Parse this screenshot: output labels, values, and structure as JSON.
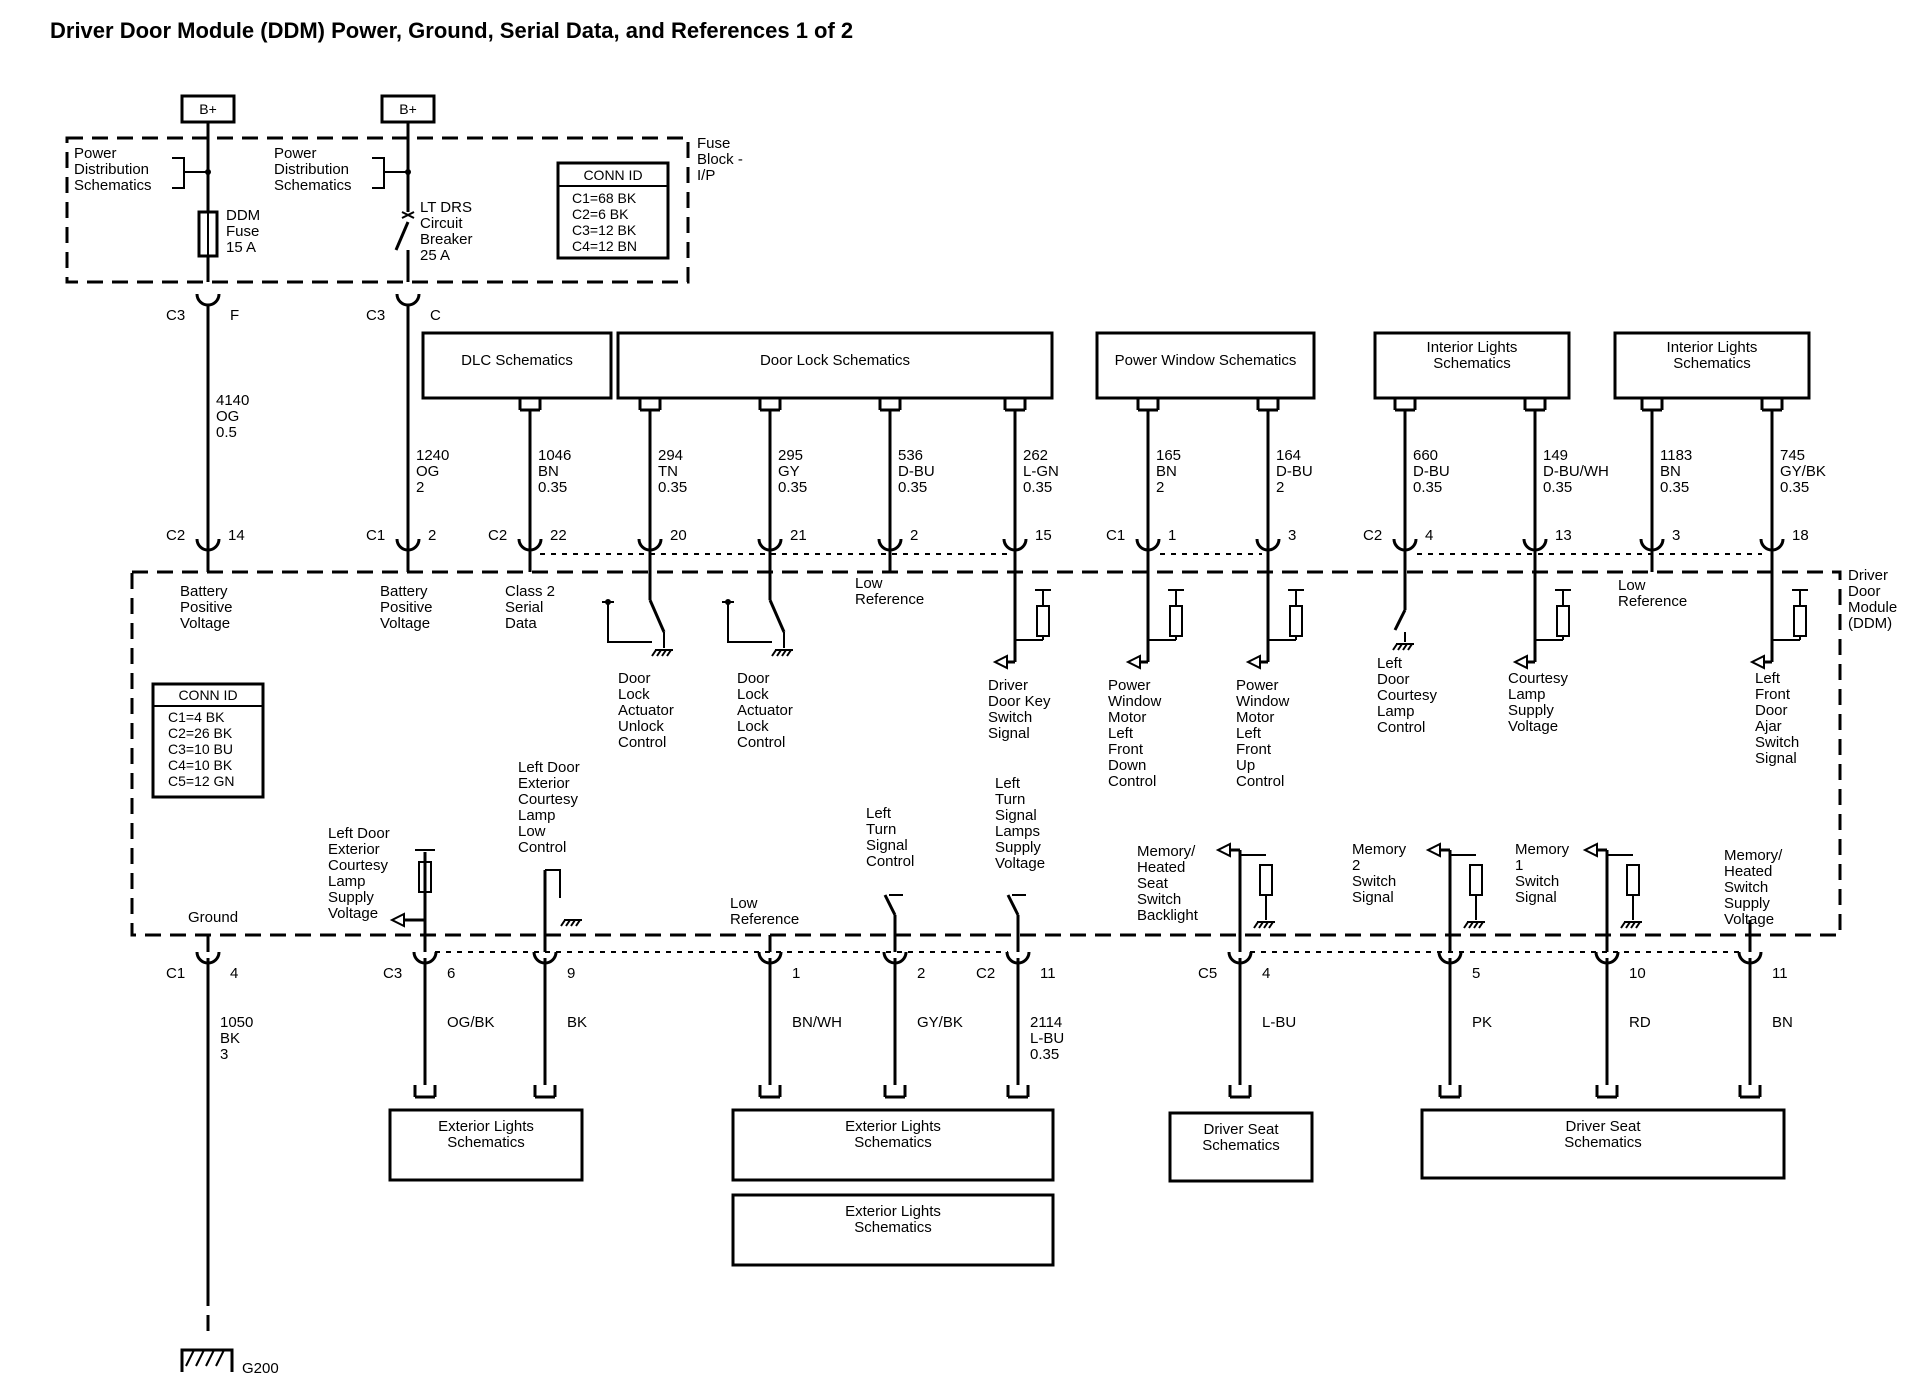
{
  "title": "Driver Door Module (DDM) Power, Ground, Serial Data, and References 1 of 2",
  "b_plus": "B+",
  "fuse_block": [
    "Fuse",
    "Block -",
    "I/P"
  ],
  "power_dist": [
    "Power",
    "Distribution",
    "Schematics"
  ],
  "ddm_fuse": [
    "DDM",
    "Fuse",
    "15 A"
  ],
  "breaker": [
    "LT DRS",
    "Circuit",
    "Breaker",
    "25 A"
  ],
  "conn_id_top": {
    "title": "CONN ID",
    "rows": [
      "C1=68 BK",
      "C2=6 BK",
      "C3=12 BK",
      "C4=12 BN"
    ]
  },
  "conn_id_module": {
    "title": "CONN ID",
    "rows": [
      "C1=4 BK",
      "C2=26 BK",
      "C3=10 BU",
      "C4=10 BK",
      "C5=12 GN"
    ]
  },
  "top_boxes": [
    {
      "label": [
        "DLC Schematics"
      ]
    },
    {
      "label": [
        "Door Lock Schematics"
      ]
    },
    {
      "label": [
        "Power Window Schematics"
      ]
    },
    {
      "label": [
        "Interior Lights",
        "Schematics"
      ]
    },
    {
      "label": [
        "Interior Lights",
        "Schematics"
      ]
    }
  ],
  "fuse_connectors": [
    {
      "conn": "C3",
      "pin": "F"
    },
    {
      "conn": "C3",
      "pin": "C"
    }
  ],
  "top_wires": [
    {
      "conn": "C2",
      "pin": "14",
      "wire": [
        "4140",
        "OG",
        "0.5"
      ],
      "label": [
        "Battery",
        "Positive",
        "Voltage"
      ]
    },
    {
      "conn": "C1",
      "pin": "2",
      "wire": [
        "1240",
        "OG",
        "2"
      ],
      "label": [
        "Battery",
        "Positive",
        "Voltage"
      ]
    },
    {
      "conn": "C2",
      "pin": "22",
      "wire": [
        "1046",
        "BN",
        "0.35"
      ],
      "label": [
        "Class 2",
        "Serial",
        "Data"
      ]
    },
    {
      "conn": "",
      "pin": "20",
      "wire": [
        "294",
        "TN",
        "0.35"
      ],
      "label": [
        "Door",
        "Lock",
        "Actuator",
        "Unlock",
        "Control"
      ]
    },
    {
      "conn": "",
      "pin": "21",
      "wire": [
        "295",
        "GY",
        "0.35"
      ],
      "label": [
        "Door",
        "Lock",
        "Actuator",
        "Lock",
        "Control"
      ]
    },
    {
      "conn": "",
      "pin": "2",
      "wire": [
        "536",
        "D-BU",
        "0.35"
      ],
      "label": [
        "Low",
        "Reference"
      ]
    },
    {
      "conn": "",
      "pin": "15",
      "wire": [
        "262",
        "L-GN",
        "0.35"
      ],
      "label": [
        "Driver",
        "Door Key",
        "Switch",
        "Signal"
      ]
    },
    {
      "conn": "C1",
      "pin": "1",
      "wire": [
        "165",
        "BN",
        "2"
      ],
      "label": [
        "Power",
        "Window",
        "Motor",
        "Left",
        "Front",
        "Down",
        "Control"
      ]
    },
    {
      "conn": "",
      "pin": "3",
      "wire": [
        "164",
        "D-BU",
        "2"
      ],
      "label": [
        "Power",
        "Window",
        "Motor",
        "Left",
        "Front",
        "Up",
        "Control"
      ]
    },
    {
      "conn": "C2",
      "pin": "4",
      "wire": [
        "660",
        "D-BU",
        "0.35"
      ],
      "label": [
        "Left",
        "Door",
        "Courtesy",
        "Lamp",
        "Control"
      ]
    },
    {
      "conn": "",
      "pin": "13",
      "wire": [
        "149",
        "D-BU/WH",
        "0.35"
      ],
      "label": [
        "Courtesy",
        "Lamp",
        "Supply",
        "Voltage"
      ]
    },
    {
      "conn": "",
      "pin": "3",
      "wire": [
        "1183",
        "BN",
        "0.35"
      ],
      "label": [
        "Low",
        "Reference"
      ]
    },
    {
      "conn": "",
      "pin": "18",
      "wire": [
        "745",
        "GY/BK",
        "0.35"
      ],
      "label": [
        "Left",
        "Front",
        "Door",
        "Ajar",
        "Switch",
        "Signal"
      ]
    }
  ],
  "module_label": [
    "Driver",
    "Door",
    "Module",
    "(DDM)"
  ],
  "bottom_wires": [
    {
      "conn": "C1",
      "pin": "4",
      "wire": [
        "1050",
        "BK",
        "3"
      ],
      "label": [
        "Ground"
      ]
    },
    {
      "conn": "C3",
      "pin": "6",
      "wire": [
        "OG/BK"
      ],
      "label": [
        "Left Door",
        "Exterior",
        "Courtesy",
        "Lamp",
        "Supply",
        "Voltage"
      ]
    },
    {
      "conn": "",
      "pin": "9",
      "wire": [
        "BK"
      ],
      "label": [
        "Left Door",
        "Exterior",
        "Courtesy",
        "Lamp",
        "Low",
        "Control"
      ]
    },
    {
      "conn": "",
      "pin": "1",
      "wire": [
        "BN/WH"
      ],
      "label": [
        "Low",
        "Reference"
      ]
    },
    {
      "conn": "",
      "pin": "2",
      "wire": [
        "GY/BK"
      ],
      "label": [
        "Left",
        "Turn",
        "Signal",
        "Control"
      ]
    },
    {
      "conn": "C2",
      "pin": "11",
      "wire": [
        "2114",
        "L-BU",
        "0.35"
      ],
      "label": [
        "Left",
        "Turn",
        "Signal",
        "Lamps",
        "Supply",
        "Voltage"
      ]
    },
    {
      "conn": "C5",
      "pin": "4",
      "wire": [
        "L-BU"
      ],
      "label": [
        "Memory/",
        "Heated",
        "Seat",
        "Switch",
        "Backlight"
      ]
    },
    {
      "conn": "",
      "pin": "5",
      "wire": [
        "PK"
      ],
      "label": [
        "Memory",
        "2",
        "Switch",
        "Signal"
      ]
    },
    {
      "conn": "",
      "pin": "10",
      "wire": [
        "RD"
      ],
      "label": [
        "Memory",
        "1",
        "Switch",
        "Signal"
      ]
    },
    {
      "conn": "",
      "pin": "11",
      "wire": [
        "BN"
      ],
      "label": [
        "Memory/",
        "Heated",
        "Switch",
        "Supply",
        "Voltage"
      ]
    }
  ],
  "bottom_boxes": [
    {
      "label": [
        "Exterior Lights",
        "Schematics"
      ]
    },
    {
      "label": [
        "Exterior Lights",
        "Schematics"
      ]
    },
    {
      "label": [
        "Exterior Lights",
        "Schematics"
      ]
    },
    {
      "label": [
        "Driver Seat",
        "Schematics"
      ]
    },
    {
      "label": [
        "Driver Seat",
        "Schematics"
      ]
    }
  ],
  "ground_label": "G200"
}
